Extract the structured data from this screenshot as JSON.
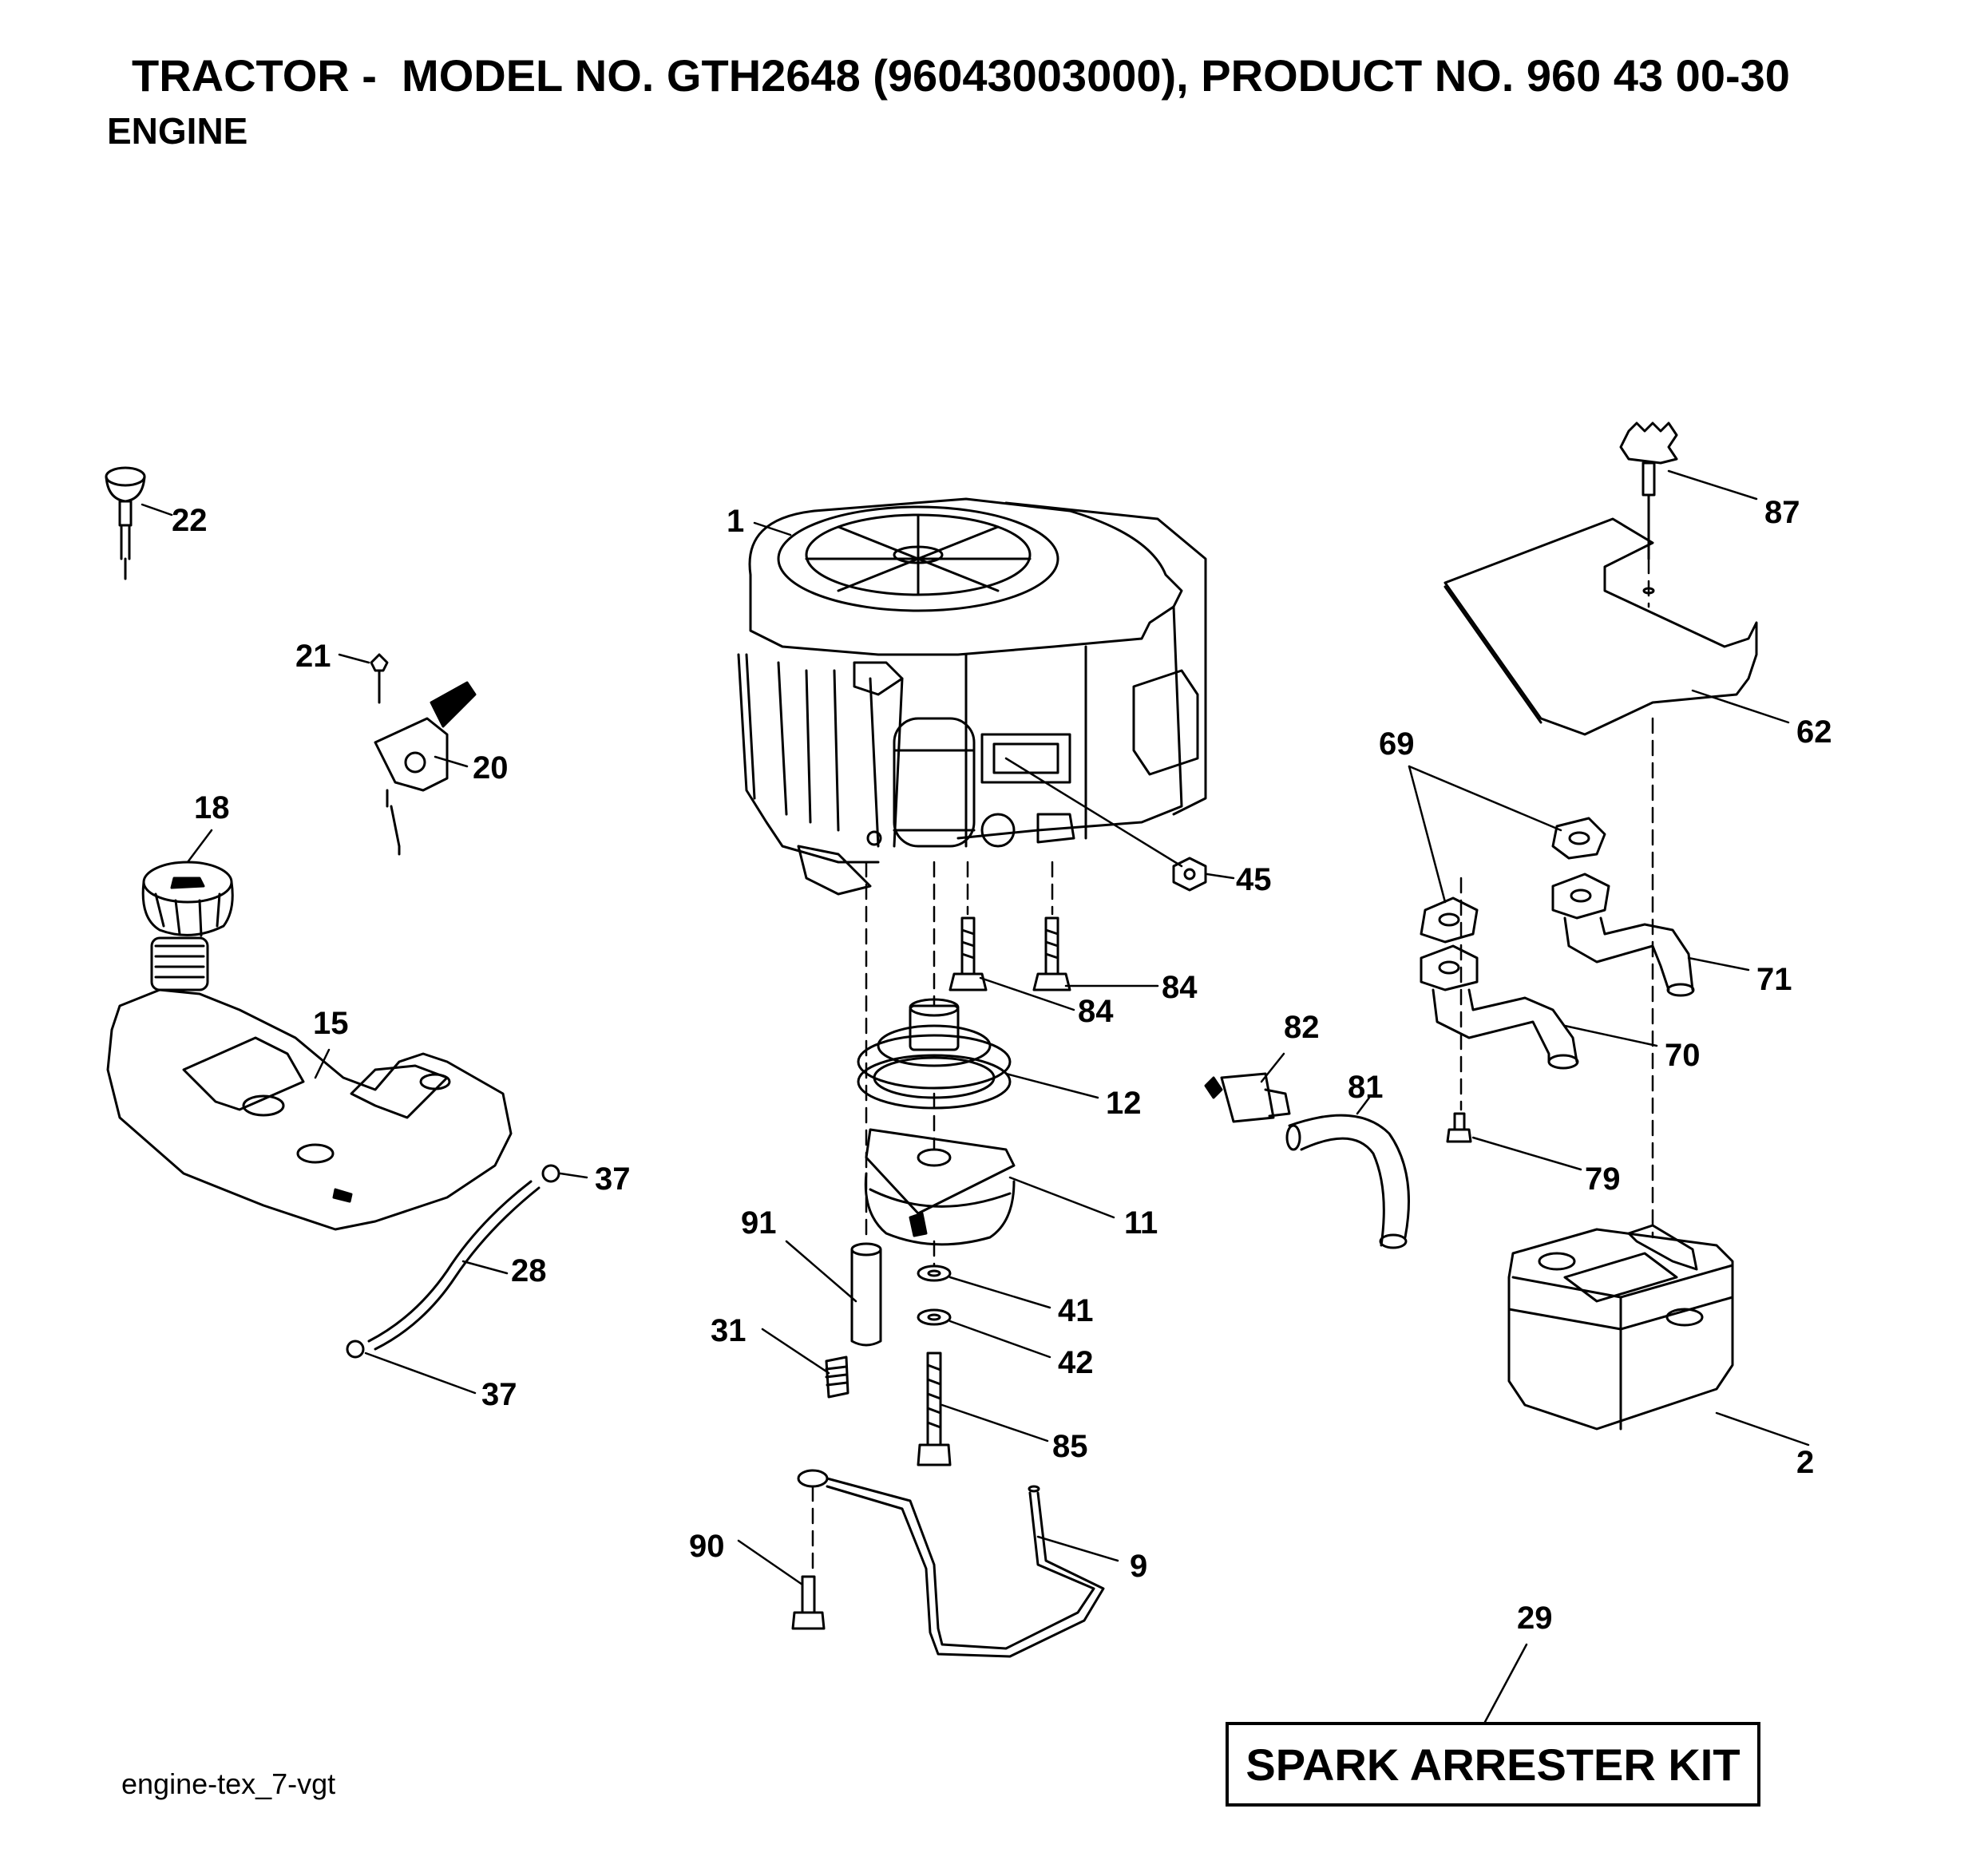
{
  "header": {
    "title": "TRACTOR -  MODEL NO. GTH2648 (96043003000), PRODUCT NO. 960 43 00-30",
    "subtitle": "ENGINE"
  },
  "footer": {
    "code": "engine-tex_7-vgt"
  },
  "kit_box": {
    "label": "SPARK ARRESTER KIT"
  },
  "callouts": {
    "c1": "1",
    "c2": "2",
    "c9": "9",
    "c11": "11",
    "c12": "12",
    "c15": "15",
    "c18": "18",
    "c20": "20",
    "c21": "21",
    "c22": "22",
    "c28": "28",
    "c29": "29",
    "c31": "31",
    "c37a": "37",
    "c37b": "37",
    "c41": "41",
    "c42": "42",
    "c45": "45",
    "c62": "62",
    "c69": "69",
    "c70": "70",
    "c71": "71",
    "c79": "79",
    "c81": "81",
    "c82": "82",
    "c84a": "84",
    "c84b": "84",
    "c85": "85",
    "c87": "87",
    "c90": "90",
    "c91": "91"
  }
}
